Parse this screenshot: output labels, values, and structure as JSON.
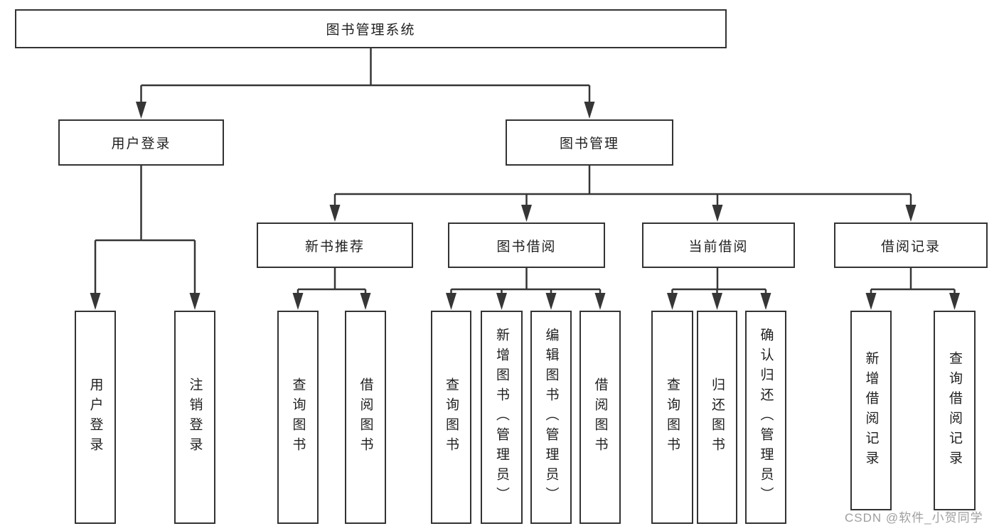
{
  "tree": {
    "label": "图书管理系统",
    "children": [
      {
        "label": "用户登录",
        "children": [
          {
            "label": "用户登录"
          },
          {
            "label": "注销登录"
          }
        ]
      },
      {
        "label": "图书管理",
        "children": [
          {
            "label": "新书推荐",
            "children": [
              {
                "label": "查询图书"
              },
              {
                "label": "借阅图书"
              }
            ]
          },
          {
            "label": "图书借阅",
            "children": [
              {
                "label": "查询图书"
              },
              {
                "label": "新增图书（管理员）"
              },
              {
                "label": "编辑图书（管理员）"
              },
              {
                "label": "借阅图书"
              }
            ]
          },
          {
            "label": "当前借阅",
            "children": [
              {
                "label": "查询图书"
              },
              {
                "label": "归还图书"
              },
              {
                "label": "确认归还（管理员）"
              }
            ]
          },
          {
            "label": "借阅记录",
            "children": [
              {
                "label": "新增借阅记录"
              },
              {
                "label": "查询借阅记录"
              }
            ]
          }
        ]
      }
    ]
  },
  "watermark": {
    "text": "CSDN @软件_小贺同学"
  },
  "colors": {
    "line": "#363636",
    "box_border": "#333333",
    "text": "#1f1f1f",
    "watermark": "#9e9e9e",
    "background": "#ffffff"
  }
}
